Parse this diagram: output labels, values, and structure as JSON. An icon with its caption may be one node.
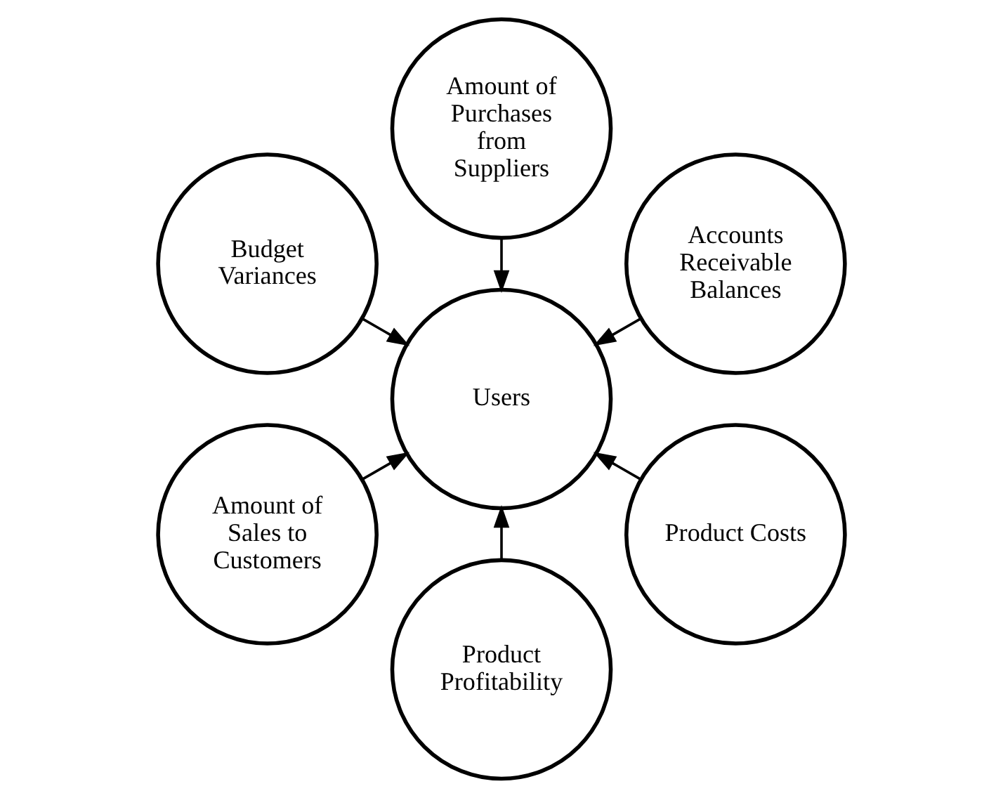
{
  "diagram": {
    "nodes": [
      {
        "text": [
          "Accounts Receivable Balances"
        ]
      },
      {
        "text": [
          "Amount of Purchases from Suppliers"
        ]
      },
      {
        "text": [
          "Budget Variances"
        ]
      },
      {
        "text": [
          "Users"
        ]
      },
      {
        "text": [
          "Amount of Sales to Customers"
        ]
      },
      {
        "text": [
          "Product Profitability"
        ]
      },
      {
        "text": [
          "Product Costs"
        ]
      }
    ],
    "edges": [
      {
        "from": 0,
        "to": 3,
        "arrow": "to"
      },
      {
        "from": 1,
        "to": 3,
        "arrow": "to"
      },
      {
        "from": 2,
        "to": 3,
        "arrow": "to"
      },
      {
        "from": 4,
        "to": 3,
        "arrow": "to"
      },
      {
        "from": 5,
        "to": 3,
        "arrow": "to"
      },
      {
        "from": 6,
        "to": 3,
        "arrow": "to"
      }
    ]
  }
}
